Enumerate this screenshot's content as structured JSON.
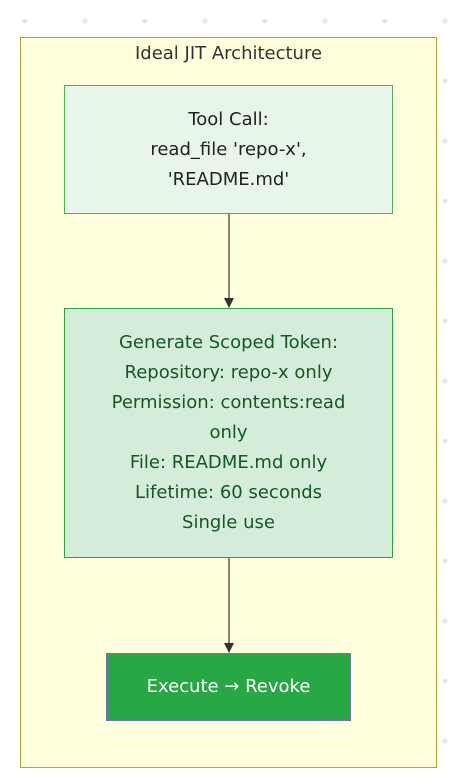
{
  "subgraph": {
    "title": "Ideal JIT Architecture"
  },
  "nodes": {
    "tool_call": {
      "lines": [
        "Tool Call:",
        "read_file 'repo-x',",
        "'README.md'"
      ]
    },
    "scoped_token": {
      "lines": [
        "Generate Scoped Token:",
        "Repository: repo-x only",
        "Permission: contents:read",
        "only",
        "File: README.md only",
        "Lifetime: 60 seconds",
        "Single use"
      ]
    },
    "execute": {
      "label": "Execute → Revoke"
    }
  },
  "colors": {
    "subgraph_fill": "#ffffdd",
    "subgraph_border": "#aaaa33",
    "node1_fill": "#e8f5e9",
    "node1_border": "#4caf50",
    "node2_fill": "#d4edda",
    "node2_text": "#155724",
    "node3_fill": "#28a745",
    "node3_text": "#ffffff",
    "edge": "#333333"
  }
}
